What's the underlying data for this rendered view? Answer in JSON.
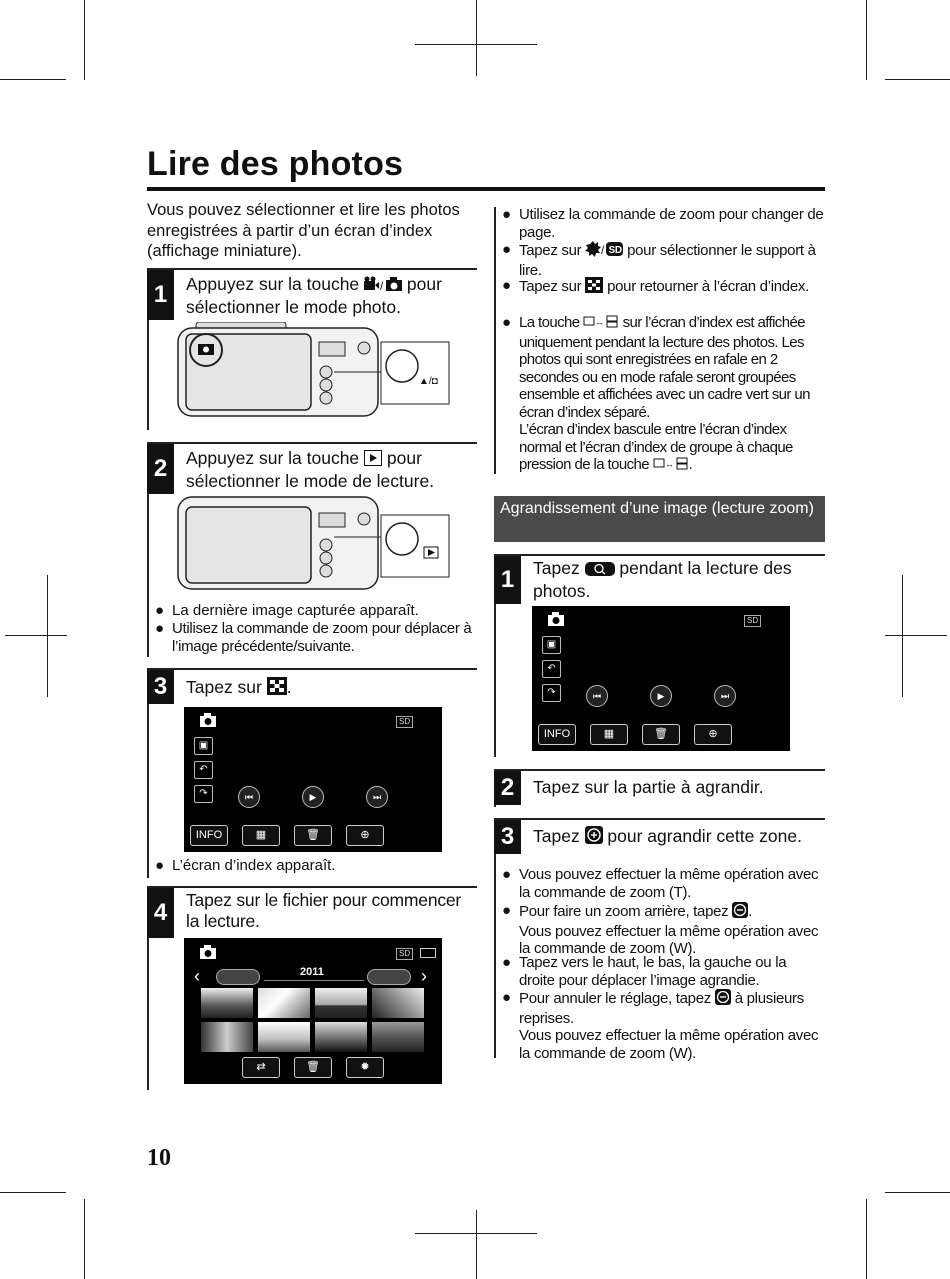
{
  "page": {
    "title": "Lire des photos",
    "intro": "Vous pouvez sélectionner et lire les photos enregistrées à partir d’un écran d’index (affichage miniature).",
    "page_number": "10"
  },
  "left_steps": {
    "step1": {
      "num": "1",
      "text_a": "Appuyez sur la touche ",
      "text_b": " pour sélectionner le mode photo."
    },
    "step2": {
      "num": "2",
      "text_a": "Appuyez sur la touche ",
      "text_b": " pour sélectionner le mode de lecture.",
      "bullets": [
        "La dernière image capturée apparaît.",
        "Utilisez la commande de zoom pour déplacer à l’image précédente/suivante."
      ]
    },
    "step3": {
      "num": "3",
      "text_a": "Tapez sur ",
      "text_b": ".",
      "bullets": [
        "L’écran d’index apparaît."
      ]
    },
    "step4": {
      "num": "4",
      "text": "Tapez sur le fichier pour commencer la lecture."
    }
  },
  "right_column": {
    "bullets": {
      "b1": "Utilisez la commande de zoom pour changer de page.",
      "b2a": "Tapez sur ",
      "b2b": " pour sélectionner le support à lire.",
      "b3a": "Tapez sur ",
      "b3b": " pour retourner à l’écran d’index.",
      "b4a": "La touche ",
      "b4b": " sur l’écran d’index est affichée uniquement pendant la lecture des photos. Les photos qui sont enregistrées en rafale en 2 secondes ou en mode rafale seront groupées ensemble et affichées avec un cadre vert sur un écran d’index séparé.",
      "b4c": "L’écran d’index bascule entre l’écran d’index normal et l’écran d’index de groupe à chaque pression de la touche ",
      "b4d": "."
    },
    "subheading": "Agrandissement d’une image (lecture zoom)",
    "step1": {
      "num": "1",
      "text_a": "Tapez ",
      "text_b": " pendant la lecture des photos."
    },
    "step2": {
      "num": "2",
      "text": "Tapez sur la partie à agrandir."
    },
    "step3": {
      "num": "3",
      "text_a": "Tapez ",
      "text_b": " pour agrandir cette zone."
    },
    "bullets2": {
      "c1": "Vous pouvez effectuer la même opération avec la commande de zoom (T).",
      "c2a": "Pour faire un zoom arrière, tapez ",
      "c2b": ".",
      "c2c": "Vous pouvez effectuer la même opération avec la commande de zoom (W).",
      "c3": "Tapez vers le haut, le bas, la gauche ou la droite pour déplacer l’image agrandie.",
      "c4a": "Pour annuler le réglage, tapez ",
      "c4b": " à plusieurs reprises.",
      "c4c": "Vous pouvez effectuer la même opération avec la commande de zoom (W)."
    }
  },
  "screen_labels": {
    "info": "INFO",
    "sd": "SD",
    "year": "2011"
  },
  "icons": [
    "camera-icon",
    "movie-icon",
    "play-icon",
    "index-icon",
    "zoom-icon",
    "zoom-in-icon",
    "zoom-out-icon",
    "trash-icon",
    "media-icon",
    "group-toggle-icon",
    "rotate-left-icon",
    "rotate-right-icon",
    "prev-icon",
    "next-icon",
    "battery-icon"
  ],
  "colors": {
    "text": "#111111",
    "subheading_bg": "#4a4a4a",
    "screen_bg": "#000000"
  }
}
